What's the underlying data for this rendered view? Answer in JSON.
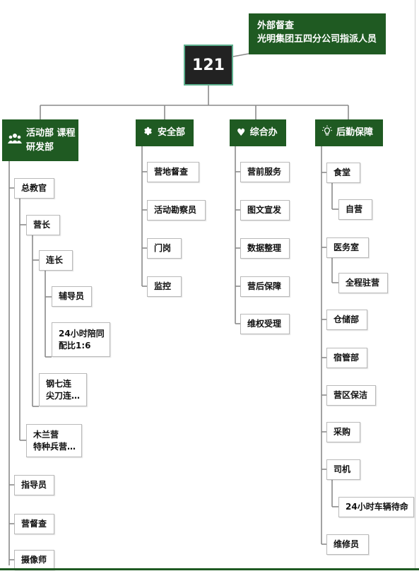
{
  "root": {
    "label": "121"
  },
  "supervision": {
    "line1": "外部督查",
    "line2": "光明集团五四分公司指派人员"
  },
  "departments": {
    "activity": {
      "line1": "活动部",
      "line2": "课程研发部",
      "icon": "people-icon",
      "items": {
        "chief": "总教官",
        "camp_leader": "营长",
        "company_leader": "连长",
        "counselor": "辅导员",
        "accompany_line1": "24小时陪同",
        "accompany_line2": "配比1:6",
        "gang_line1": "钢七连",
        "gang_line2": "尖刀连…",
        "mulan_line1": "木兰营",
        "mulan_line2": "特种兵营…",
        "instructor": "指导员",
        "camp_supervisor": "营督查",
        "photographer": "摄像师"
      }
    },
    "security": {
      "label": "安全部",
      "icon": "gear-icon",
      "items": [
        "营地督查",
        "活动勘察员",
        "门岗",
        "监控"
      ]
    },
    "general": {
      "label": "综合办",
      "icon": "heart-icon",
      "items": [
        "营前服务",
        "图文宣发",
        "数据整理",
        "营后保障",
        "维权受理"
      ]
    },
    "logistics": {
      "label": "后勤保障",
      "icon": "lightbulb-icon",
      "items": {
        "canteen": "食堂",
        "self_run": "自营",
        "clinic": "医务室",
        "clinic_full": "全程驻营",
        "warehouse": "仓储部",
        "dormitory": "宿管部",
        "cleaning": "营区保洁",
        "purchasing": "采购",
        "driver": "司机",
        "driver_24h": "24小时车辆待命",
        "maintenance": "维修员"
      }
    }
  }
}
